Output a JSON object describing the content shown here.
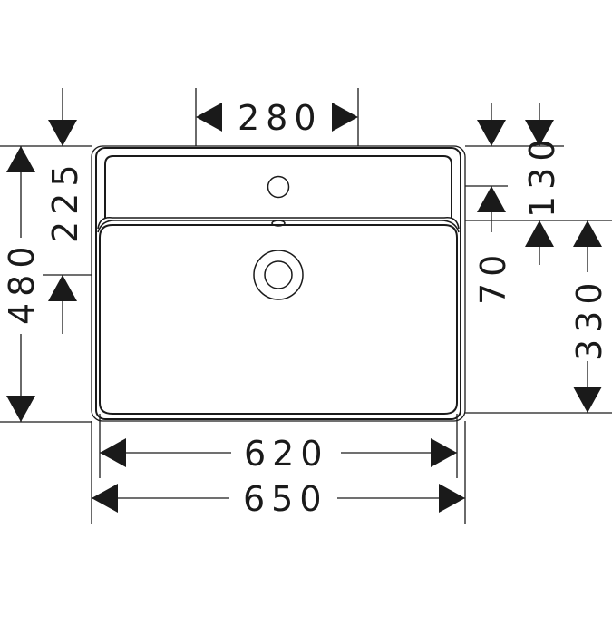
{
  "drawing": {
    "title": "Washbasin dimension drawing (top view)",
    "units": "mm",
    "stroke_color": "#1a1a1a",
    "background": "#ffffff"
  },
  "dimensions": {
    "overall_width": "650",
    "inner_width": "620",
    "tap_area_width": "280",
    "overall_depth": "480",
    "tap_hole_to_back": "225",
    "ledge_depth": "130",
    "tap_hole_offset": "70",
    "bowl_depth": "330"
  },
  "features": {
    "tap_hole": "tap-hole-circle",
    "overflow": "overflow-slot",
    "drain": "drain-ring"
  }
}
